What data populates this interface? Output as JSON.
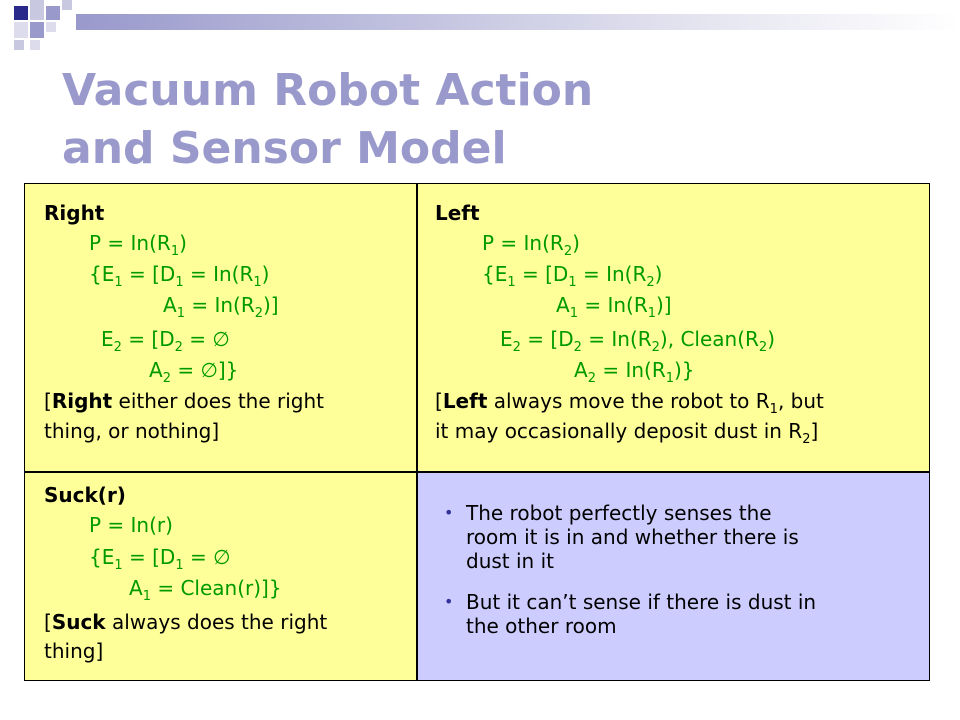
{
  "title": {
    "line1": "Vacuum Robot Action",
    "line2": "and Sensor Model"
  },
  "right": {
    "name": "Right",
    "p": "P = In(R",
    "p_sub": "1",
    "p_end": ")",
    "e1a": "{E",
    "e1_sub": "1",
    "e1b": " = [D",
    "e1_dsub": "1",
    "e1c": " = In(R",
    "e1_rsub": "1",
    "e1d": ")",
    "a1a": "A",
    "a1_sub": "1",
    "a1b": " = In(R",
    "a1_rsub": "2",
    "a1c": ")]",
    "e2a": "E",
    "e2_sub": "2",
    "e2b": " = [D",
    "e2_dsub": "2",
    "e2c": " = ∅",
    "a2a": "A",
    "a2_sub": "2",
    "a2b": " = ∅]}",
    "note_open": "[",
    "note_bold": "Right",
    "note_rest1": " either does the right",
    "note_line2": "thing, or nothing]"
  },
  "left": {
    "name": "Left",
    "p": "P = In(R",
    "p_sub": "2",
    "p_end": ")",
    "e1a": "{E",
    "e1_sub": "1",
    "e1b": " = [D",
    "e1_dsub": "1",
    "e1c": " = In(R",
    "e1_rsub": "2",
    "e1d": ")",
    "a1a": "A",
    "a1_sub": "1",
    "a1b": " = In(R",
    "a1_rsub": "1",
    "a1c": ")]",
    "e2a": "E",
    "e2_sub": "2",
    "e2b": " = [D",
    "e2_dsub": "2",
    "e2c": " = In(R",
    "e2_rsub": "2",
    "e2d": "), Clean(R",
    "e2_csub": "2",
    "e2e": ")",
    "a2a": "A",
    "a2_sub": "2",
    "a2b": " = In(R",
    "a2_rsub": "1",
    "a2c": ")}",
    "note_open": "[",
    "note_bold": "Left",
    "note_rest1": " always move the robot to R",
    "note_rsub": "1",
    "note_rest1b": ", but",
    "note_line2": "it may occasionally deposit dust in R",
    "note_line2_sub": "2",
    "note_line2_end": "]"
  },
  "suck": {
    "name": "Suck(r)",
    "p": "P = In(r)",
    "e1a": "{E",
    "e1_sub": "1",
    "e1b": " = [D",
    "e1_dsub": "1",
    "e1c": " = ∅",
    "a1a": "A",
    "a1_sub": "1",
    "a1b": " = Clean(r)]}",
    "note_open": "[",
    "note_bold": "Suck",
    "note_rest1": " always does the right",
    "note_line2": "thing]"
  },
  "sensor": {
    "bullet1": [
      "The robot perfectly senses the",
      "room it is in and whether there is",
      "dust in it"
    ],
    "bullet2": [
      "But it can’t sense if there is dust in",
      "the other room"
    ]
  },
  "colors": {
    "title": "#9999cc",
    "yellow": "#ffff99",
    "lavender": "#ccccff",
    "green": "#009900"
  }
}
